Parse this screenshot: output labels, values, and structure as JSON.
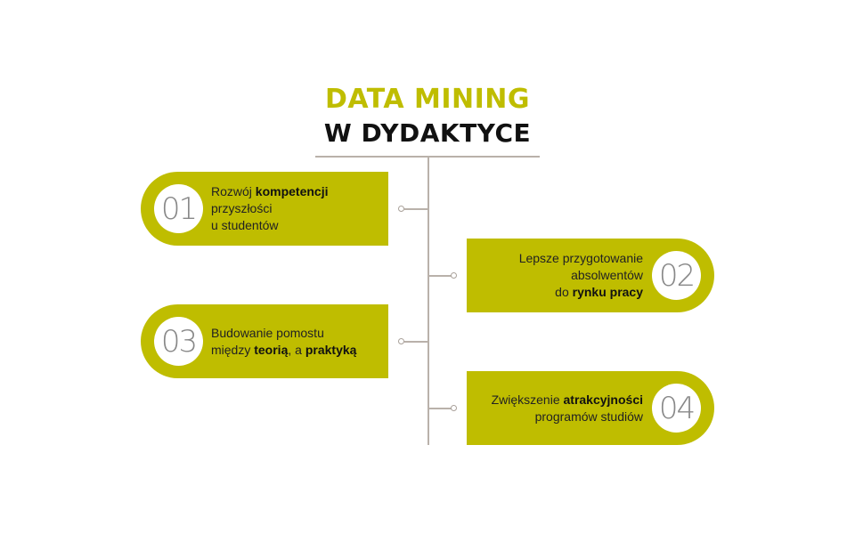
{
  "title": {
    "line1": "DATA MINING",
    "line2": "W DYDAKTYCE"
  },
  "colors": {
    "accent": "#bfbd00",
    "line": "#b9b1aa"
  },
  "items": [
    {
      "number": "01",
      "lines": [
        [
          "Rozwój ",
          "kompetencji"
        ],
        [
          "przyszłości"
        ],
        [
          "u studentów"
        ]
      ]
    },
    {
      "number": "02",
      "lines": [
        [
          "Lepsze przygotowanie"
        ],
        [
          "absolwentów"
        ],
        [
          "do ",
          "rynku pracy"
        ]
      ]
    },
    {
      "number": "03",
      "lines": [
        [
          "Budowanie pomostu"
        ],
        [
          "między ",
          "teorią",
          ", a ",
          "praktyką"
        ]
      ]
    },
    {
      "number": "04",
      "lines": [
        [
          "Zwiększenie ",
          "atrakcyjności"
        ],
        [
          "programów studiów"
        ]
      ]
    }
  ]
}
